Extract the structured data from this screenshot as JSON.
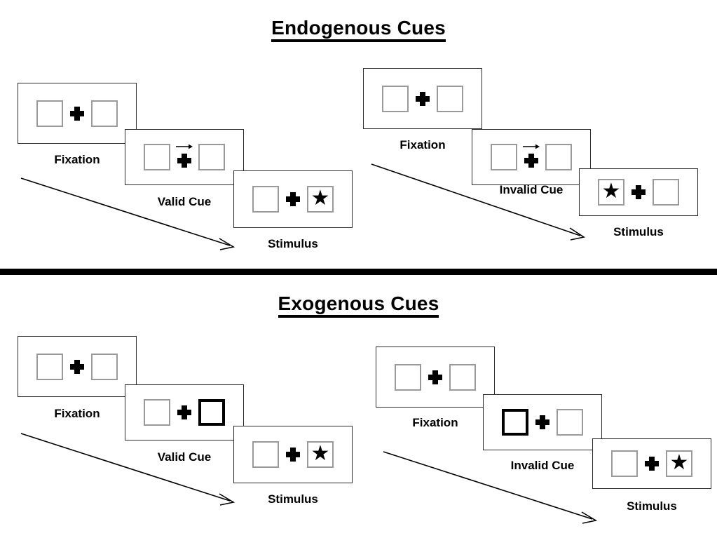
{
  "sections": [
    {
      "id": "endogenous",
      "title": "Endogenous Cues",
      "cue_type": "arrow",
      "trials": [
        {
          "id": "endogenous-valid",
          "cue_label": "Valid Cue",
          "fixation_label": "Fixation",
          "stimulus_label": "Stimulus",
          "cue_direction": "right",
          "cue_side": "right",
          "target_side": "right",
          "validity": "valid"
        },
        {
          "id": "endogenous-invalid",
          "cue_label": "Invalid Cue",
          "fixation_label": "Fixation",
          "stimulus_label": "Stimulus",
          "cue_direction": "right",
          "cue_side": "right",
          "target_side": "left",
          "validity": "invalid"
        }
      ]
    },
    {
      "id": "exogenous",
      "title": "Exogenous Cues",
      "cue_type": "box-flash",
      "trials": [
        {
          "id": "exogenous-valid",
          "cue_label": "Valid Cue",
          "fixation_label": "Fixation",
          "stimulus_label": "Stimulus",
          "cue_direction": "none",
          "cue_side": "right",
          "target_side": "right",
          "validity": "valid"
        },
        {
          "id": "exogenous-invalid",
          "cue_label": "Invalid Cue",
          "fixation_label": "Fixation",
          "stimulus_label": "Stimulus",
          "cue_direction": "none",
          "cue_side": "left",
          "target_side": "right",
          "validity": "invalid"
        }
      ]
    }
  ],
  "symbols": {
    "star_glyph": "★",
    "fixation_glyph": "plus-cross",
    "arrow_glyph": "arrow-right"
  },
  "colors": {
    "ink": "#000000",
    "frame_border": "#2b2b2b",
    "box_border": "#9a9a9a",
    "cued_box_border": "#000000",
    "background": "#ffffff"
  }
}
